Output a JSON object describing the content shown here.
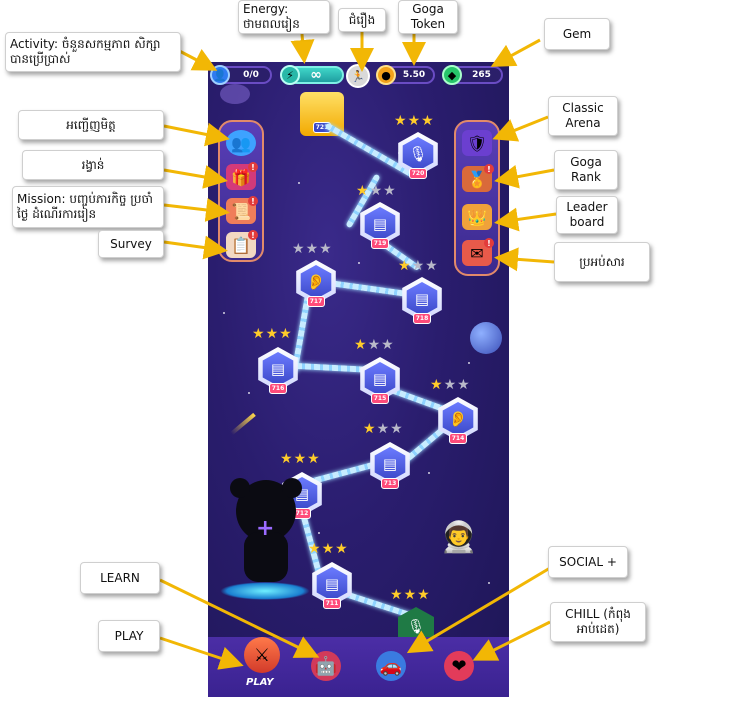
{
  "topbar": {
    "activity_value": "0/0",
    "energy_value": "∞",
    "goga_token_value": "5.50",
    "gem_value": "265"
  },
  "path_nodes": [
    {
      "num": "721",
      "icon": "tower-icon"
    },
    {
      "num": "720",
      "icon": "microphone-icon"
    },
    {
      "num": "719",
      "icon": "book-icon"
    },
    {
      "num": "717",
      "icon": "ear-icon"
    },
    {
      "num": "718",
      "icon": "book-icon"
    },
    {
      "num": "716",
      "icon": "book-icon"
    },
    {
      "num": "715",
      "icon": "book-icon"
    },
    {
      "num": "714",
      "icon": "ear-icon"
    },
    {
      "num": "713",
      "icon": "book-icon"
    },
    {
      "num": "712",
      "icon": "book-icon"
    },
    {
      "num": "711",
      "icon": "book-icon"
    }
  ],
  "bottombar": {
    "play_label": "PLAY"
  },
  "callouts": {
    "activity": "Activity: ចំនួនសកម្មភាព សិក្សាបានប្រើប្រាស់",
    "energy": "Energy: ថាមពលរៀន",
    "level_up": "ជំរឿង",
    "goga_token": "Goga Token",
    "gem": "Gem",
    "invite_friends": "អញ្ជើញមិត្ត",
    "reward": "រង្វាន់",
    "mission": "Mission: បញ្ចប់ភារកិច្ច ប្រចាំថ្ងៃ ដំណើរការរៀន",
    "survey": "Survey",
    "classic_arena": "Classic Arena",
    "goga_rank": "Goga Rank",
    "leaderboard": "Leader board",
    "mailbox": "ប្រអប់សារ",
    "learn": "LEARN",
    "play": "PLAY",
    "social": "SOCIAL +",
    "chill": "CHILL (កំពុង អាប់ដេត)"
  },
  "colors": {
    "arrow": "#f2b705",
    "phone_bg": "#2a1d6e",
    "accent_gold": "#ffcc2a"
  }
}
